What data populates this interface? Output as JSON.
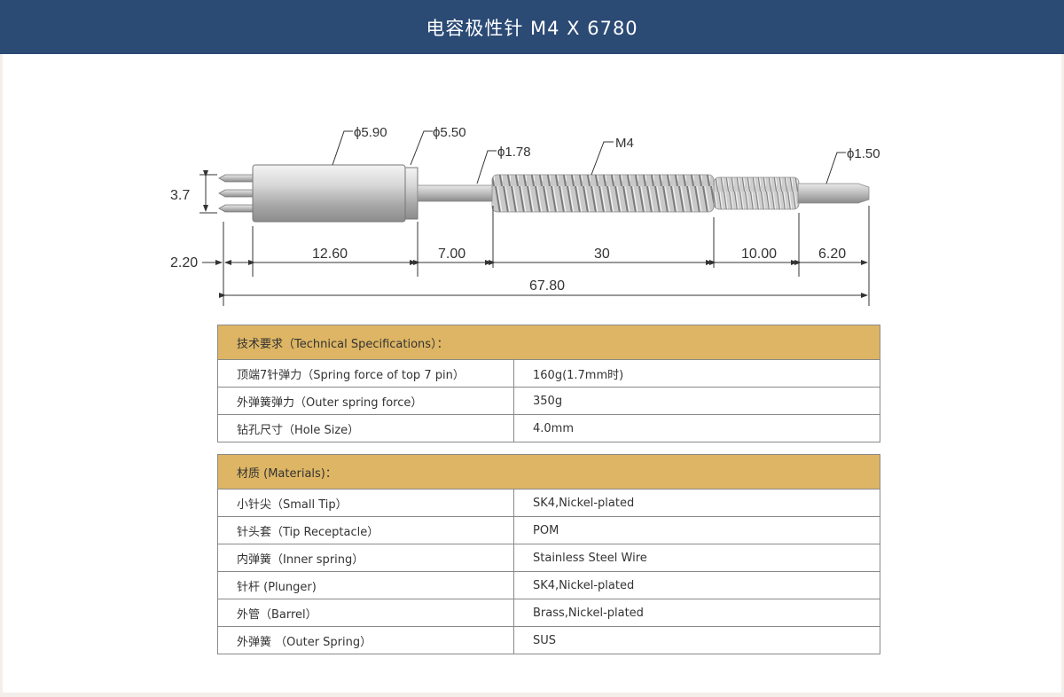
{
  "header": {
    "title": "电容极性针 M4 X 6780"
  },
  "drawing": {
    "dia_barrel": "ϕ5.90",
    "dia_collar": "ϕ5.50",
    "dia_plunger": "ϕ1.78",
    "thread": "M4",
    "dia_tip": "ϕ1.50",
    "tip_height": "3.7",
    "dim_tip": "2.20",
    "dim_barrel": "12.60",
    "dim_plunger": "7.00",
    "dim_spring": "30",
    "dim_coil": "10.00",
    "dim_end": "6.20",
    "dim_total": "67.80"
  },
  "tech": {
    "heading": "技术要求（Technical Specifications）：",
    "rows": [
      {
        "label": "顶端7针弹力（Spring force of top 7 pin）",
        "value": "160g(1.7mm时)"
      },
      {
        "label": "外弹簧弹力（Outer spring force）",
        "value": "350g"
      },
      {
        "label": "钻孔尺寸（Hole Size）",
        "value": "4.0mm"
      }
    ]
  },
  "materials": {
    "heading": "材质 (Materials)：",
    "rows": [
      {
        "label": "小针尖（Small Tip）",
        "value": "SK4,Nickel-plated"
      },
      {
        "label": "针头套（Tip Receptacle）",
        "value": "POM"
      },
      {
        "label": "内弹簧（Inner spring）",
        "value": "Stainless Steel Wire"
      },
      {
        "label": "针杆 (Plunger)",
        "value": "SK4,Nickel-plated"
      },
      {
        "label": "外管（Barrel）",
        "value": "Brass,Nickel-plated"
      },
      {
        "label": "外弹簧 （Outer Spring）",
        "value": "SUS"
      }
    ]
  }
}
